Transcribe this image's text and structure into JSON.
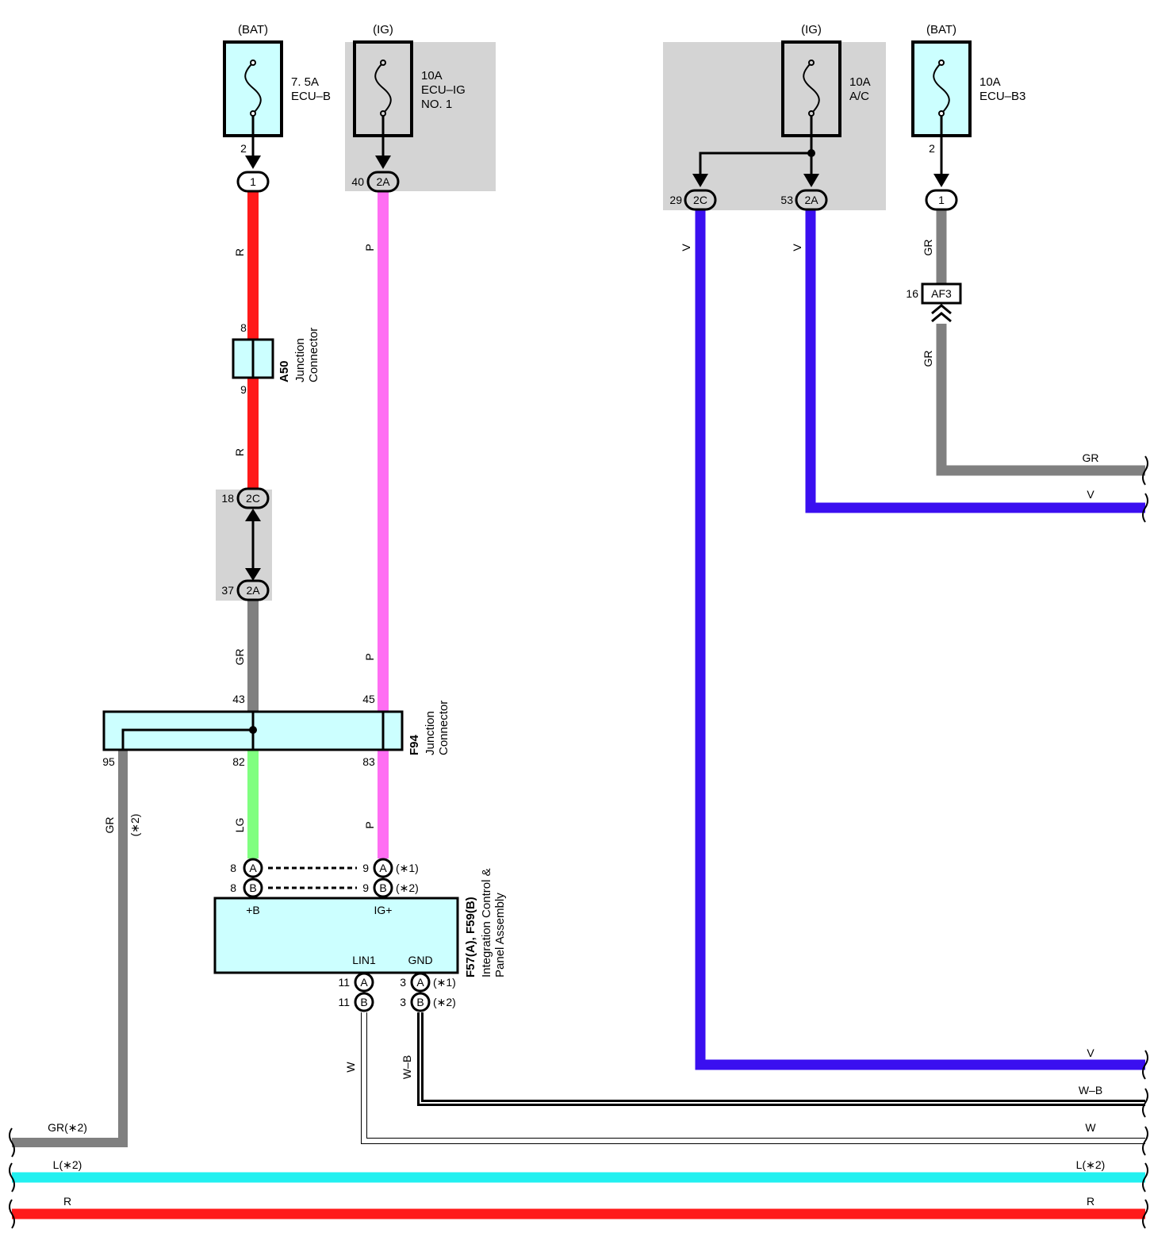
{
  "colors": {
    "red": "#ff1a1a",
    "pink": "#ff6ef3",
    "gray": "#808080",
    "violet": "#3a0ff0",
    "lightgreen": "#80ff80",
    "cyan": "#22f0f0",
    "fuse_fill": "#ccffff",
    "shade": "#d4d4d4"
  },
  "fuses": {
    "ecu_b": {
      "source": "(BAT)",
      "rating": "7. 5A",
      "name": "ECU–B"
    },
    "ecu_ig": {
      "source": "(IG)",
      "rating": "10A",
      "name": "ECU–IG",
      "name2": "NO. 1"
    },
    "ac": {
      "source": "(IG)",
      "rating": "10A",
      "name": "A/C"
    },
    "ecu_b3": {
      "source": "(BAT)",
      "rating": "10A",
      "name": "ECU–B3"
    }
  },
  "pins": {
    "ecu_b_out": "2",
    "ecu_b3_out": "2",
    "p40": "40",
    "p29": "29",
    "p53": "53",
    "p16": "16",
    "p8": "8",
    "p9": "9",
    "p18": "18",
    "p37": "37",
    "p43": "43",
    "p45": "45",
    "p95": "95",
    "p82": "82",
    "p83": "83",
    "pA8": "8",
    "pB8": "8",
    "pA9": "9",
    "pB9": "9",
    "pA11": "11",
    "pB11": "11",
    "pA3": "3",
    "pB3": "3"
  },
  "connectors": {
    "c1": "1",
    "c2a": "2A",
    "c2c": "2C",
    "af3": "AF3",
    "a": "A",
    "b": "B",
    "c1b": "1"
  },
  "wire_labels": {
    "r": "R",
    "p": "P",
    "v": "V",
    "gr": "GR",
    "lg": "LG",
    "w": "W",
    "wb": "W–B",
    "star2": "(∗2)",
    "gr_star2": "GR(∗2)",
    "l_star2": "L(∗2)"
  },
  "notes": {
    "star1": "(∗1)",
    "star2": "(∗2)"
  },
  "components": {
    "a50": {
      "id": "A50",
      "line1": "Junction",
      "line2": "Connector"
    },
    "f94": {
      "id": "F94",
      "line1": "Junction",
      "line2": "Connector"
    },
    "f57": {
      "id": "F57(A), F59(B)",
      "line1": "Integration Control &",
      "line2": "Panel Assembly",
      "pin_b": "+B",
      "pin_ig": "IG+",
      "pin_lin": "LIN1",
      "pin_gnd": "GND"
    }
  }
}
